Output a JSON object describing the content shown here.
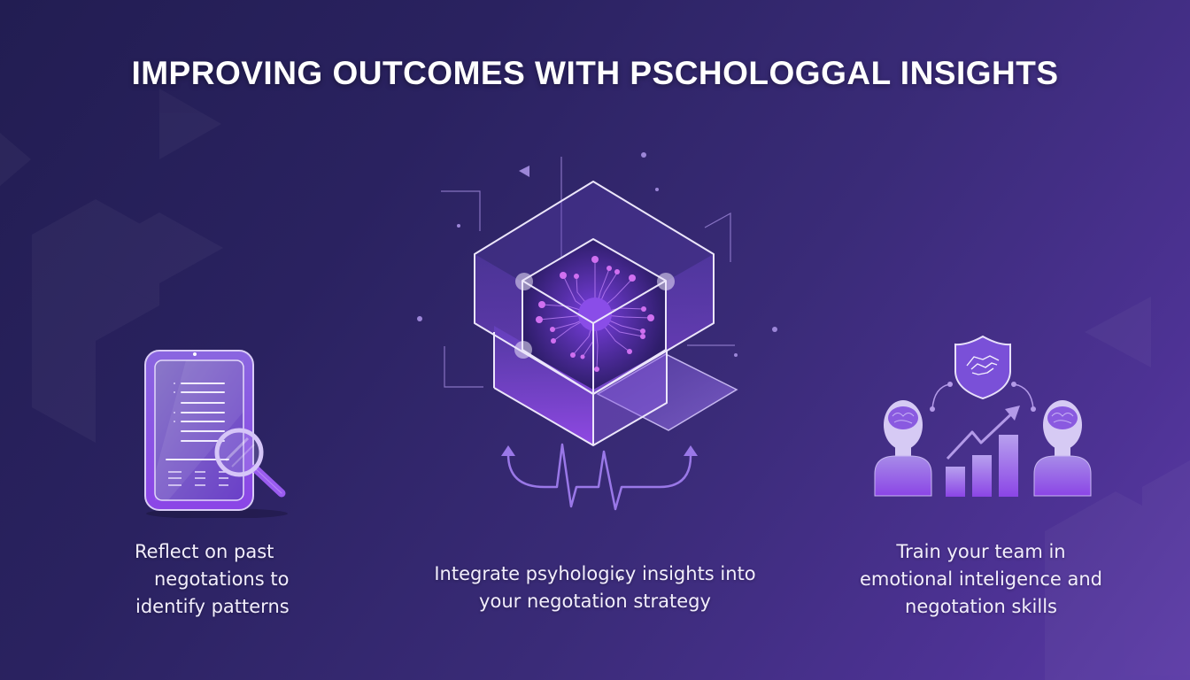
{
  "title": "IMPROVING OUTCOMES WITH PSCHOLOGGAL INSIGHTS",
  "colors": {
    "background_start": "#221d52",
    "background_end": "#5b3aa6",
    "accent_purple": "#8b45e6",
    "accent_light": "#b58bf0",
    "outline_white": "#e8e2f8",
    "node_pink": "#d070f0"
  },
  "sections": [
    {
      "id": "reflect",
      "icon": "tablet-document-magnifier-icon",
      "caption_lines": [
        "Reflect on past",
        "negotations to",
        "identify patterns"
      ]
    },
    {
      "id": "integrate",
      "icon": "isometric-cube-neural-network-icon",
      "caption_lines": [
        "Integrate psyhologiɕy insights into",
        "your negotation strategy"
      ]
    },
    {
      "id": "train",
      "icon": "team-brains-handshake-growth-chart-icon",
      "caption_lines": [
        "Train your team in",
        "emotional inteligence and",
        "negotation skills"
      ]
    }
  ]
}
